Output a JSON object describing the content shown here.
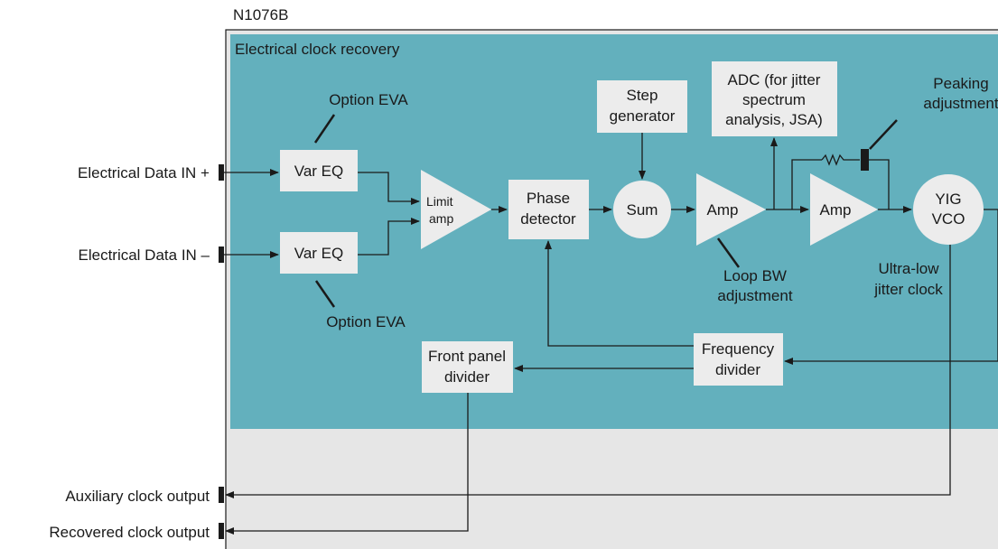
{
  "title": "N1076B",
  "section_label": "Electrical clock recovery",
  "inputs": {
    "data_in_plus": "Electrical Data IN +",
    "data_in_minus": "Electrical Data IN –"
  },
  "outputs": {
    "auxiliary": "Auxiliary clock output",
    "recovered": "Recovered clock output"
  },
  "blocks": {
    "var_eq_top": "Var EQ",
    "var_eq_bottom": "Var EQ",
    "limit_amp": [
      "Limit",
      "amp"
    ],
    "phase_detector": [
      "Phase",
      "detector"
    ],
    "step_generator": [
      "Step",
      "generator"
    ],
    "sum": "Sum",
    "amp1": "Amp",
    "amp2": "Amp",
    "adc": [
      "ADC (for jitter",
      "spectrum",
      "analysis, JSA)"
    ],
    "yig_vco": [
      "YIG",
      "VCO"
    ],
    "frequency_divider": [
      "Frequency",
      "divider"
    ],
    "front_panel_divider": [
      "Front panel",
      "divider"
    ]
  },
  "annotations": {
    "option_eva_top": "Option EVA",
    "option_eva_bottom": "Option EVA",
    "peaking_adjustment": [
      "Peaking",
      "adjustment"
    ],
    "loop_bw_adjustment": [
      "Loop BW",
      "adjustment"
    ],
    "ultra_low_jitter_clock": [
      "Ultra-low",
      "jitter clock"
    ]
  },
  "colors": {
    "teal_panel": "#63b0bd",
    "gray_panel": "#e6e6e6",
    "block_fill": "#ececec",
    "line": "#1a1a1a"
  }
}
